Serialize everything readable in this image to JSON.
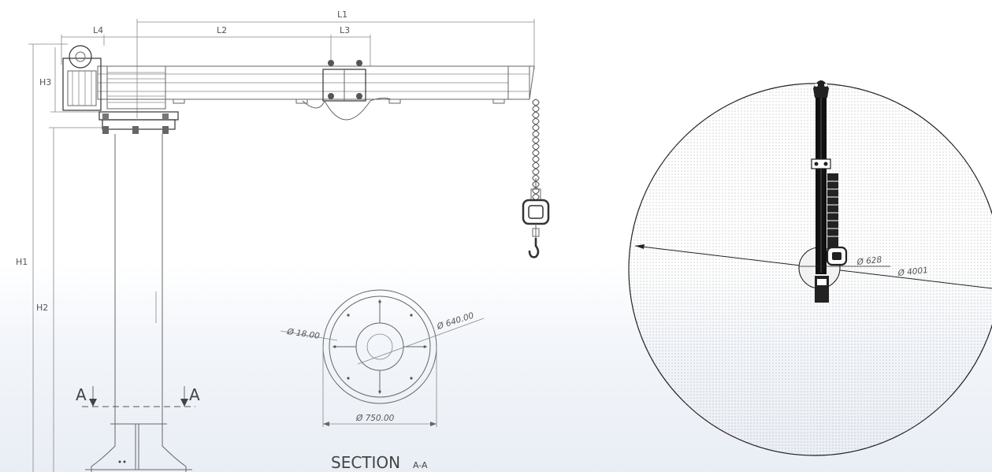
{
  "side_view": {
    "dims": {
      "L1": "L1",
      "L2": "L2",
      "L3": "L3",
      "L4": "L4",
      "H1": "H1",
      "H2": "H2",
      "H3": "H3"
    },
    "section_marks": [
      "A",
      "A"
    ]
  },
  "section": {
    "title_main": "SECTION",
    "title_sub": "A-A",
    "hole_dia": "Ø 18.00",
    "bolt_circle": "Ø 640.00",
    "outer_dia": "Ø 750.00"
  },
  "top_view": {
    "inner_dia": "Ø 628",
    "outer_dia": "Ø 4001"
  }
}
